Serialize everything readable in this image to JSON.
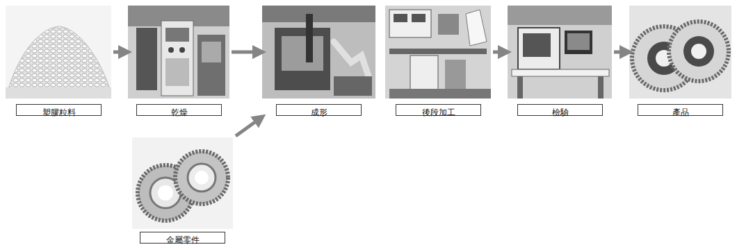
{
  "diagram": {
    "nodes": [
      {
        "text": [
          "塑膠粒料"
        ]
      },
      {
        "text": [
          "乾燥"
        ]
      },
      {
        "text": [
          "成形"
        ]
      },
      {
        "text": [
          "後段加工"
        ]
      },
      {
        "text": [
          "檢驗"
        ]
      },
      {
        "text": [
          "產品"
        ]
      },
      {
        "text": [
          "金屬零件"
        ]
      }
    ],
    "edges": [
      {
        "from": 0,
        "to": 1,
        "arrow": "to"
      },
      {
        "from": 1,
        "to": 2,
        "arrow": "to"
      },
      {
        "from": 3,
        "to": 4,
        "arrow": "to"
      },
      {
        "from": 4,
        "to": 5,
        "arrow": "to"
      },
      {
        "from": 6,
        "to": 2,
        "arrow": "to"
      }
    ]
  }
}
